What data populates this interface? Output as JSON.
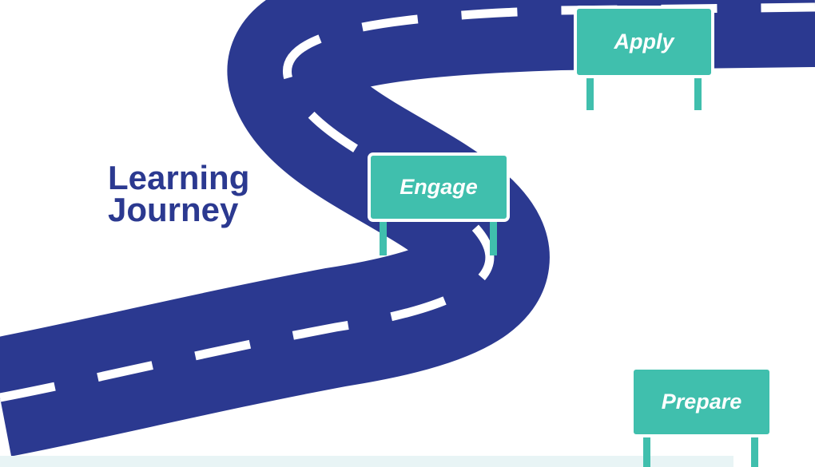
{
  "title": {
    "line1": "Learning",
    "line2": "Journey"
  },
  "signs": {
    "apply": {
      "label": "Apply"
    },
    "engage": {
      "label": "Engage"
    },
    "prepare": {
      "label": "Prepare"
    }
  },
  "colors": {
    "road": "#2b3990",
    "sign": "#40bfad",
    "title": "#2b3990",
    "lane_marking": "#ffffff",
    "bottom_band": "#e8f4f5"
  }
}
